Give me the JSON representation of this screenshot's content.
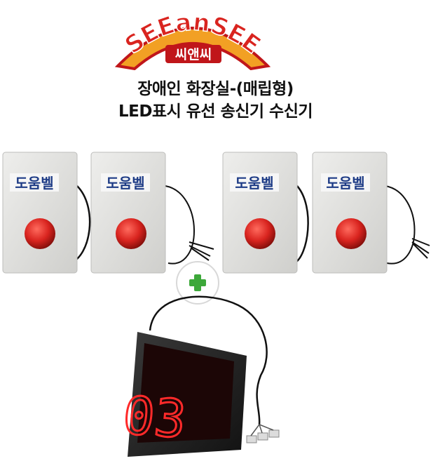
{
  "brand": {
    "logo_text": "SEEanSEE",
    "logo_korean": "씨앤씨"
  },
  "headline": {
    "line1": "장애인 화장실-(매립형)",
    "line2": "LED표시 유선 송신기 수신기"
  },
  "transmitters": [
    {
      "label": "도움벨"
    },
    {
      "label": "도움벨"
    },
    {
      "label": "도움벨"
    },
    {
      "label": "도움벨"
    }
  ],
  "combine_icon": "plus-icon",
  "receiver": {
    "display": "03"
  },
  "colors": {
    "accent_red": "#d9241f",
    "logo_orange": "#f2a024",
    "plus_green": "#3da83a",
    "label_navy": "#1e3c86",
    "digit_red": "#ff2a2a"
  }
}
